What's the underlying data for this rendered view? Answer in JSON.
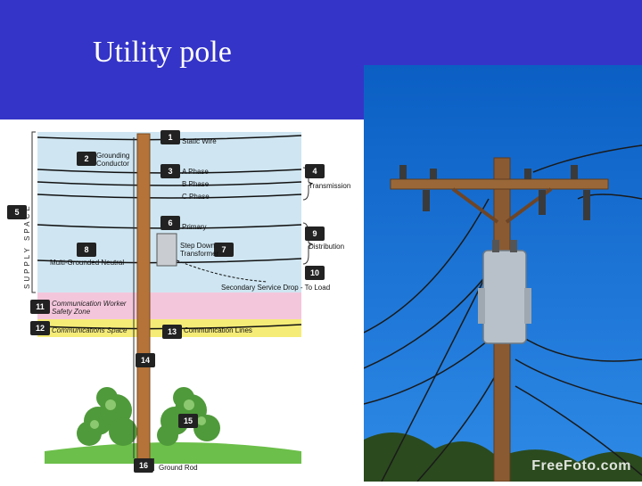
{
  "slide": {
    "title": "Utility pole"
  },
  "diagram": {
    "supply_space_label": "SUPPLY SPACE",
    "callouts": [
      {
        "n": "1",
        "label": "Static Wire"
      },
      {
        "n": "2",
        "label": "Grounding Conductor"
      },
      {
        "n": "3",
        "label": "A Phase"
      },
      {
        "n": "4",
        "label": "Transmission"
      },
      {
        "n": "5",
        "label": ""
      },
      {
        "n": "6",
        "label": "Primary"
      },
      {
        "n": "7",
        "label": "Step Down Transformer"
      },
      {
        "n": "8",
        "label": "Multi-Grounded Neutral"
      },
      {
        "n": "9",
        "label": "Distribution"
      },
      {
        "n": "10",
        "label": "Secondary Service Drop - To Load"
      },
      {
        "n": "11",
        "label": "Communication Worker Safety Zone"
      },
      {
        "n": "12",
        "label": "Communications Space"
      },
      {
        "n": "13",
        "label": "Communication Lines"
      },
      {
        "n": "14",
        "label": ""
      },
      {
        "n": "15",
        "label": ""
      },
      {
        "n": "16",
        "label": "Ground Rod"
      }
    ],
    "phase_b": "B Phase",
    "phase_c": "C Phase",
    "colors": {
      "supply_space": "#cfe6f2",
      "worker_zone": "#f4c6dc",
      "comm_space": "#f5ec78",
      "pole": "#b5733a",
      "ground": "#6cbf4a"
    }
  },
  "photo": {
    "watermark": "FreeFoto.com"
  }
}
